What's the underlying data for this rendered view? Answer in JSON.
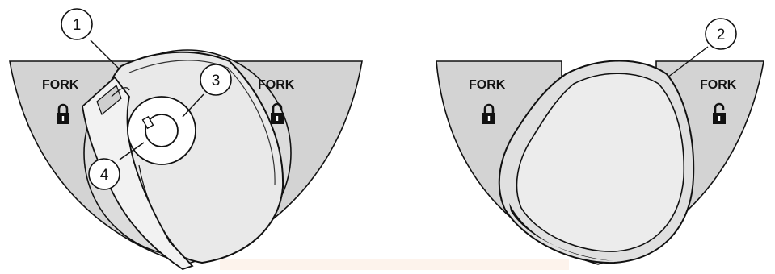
{
  "left_panel": {
    "locked_label": "FORK",
    "unlocked_label": "FORK",
    "callouts": [
      "1",
      "3",
      "4"
    ]
  },
  "right_panel": {
    "locked_label": "FORK",
    "unlocked_label": "FORK",
    "callouts": [
      "2"
    ]
  },
  "colors": {
    "panel_fill": "#d3d3d3",
    "cover_fill": "#e8e8e8",
    "stroke": "#111111",
    "highlight_strip": "#fdf3ec"
  },
  "icons": [
    "padlock-closed-icon",
    "padlock-open-icon"
  ]
}
